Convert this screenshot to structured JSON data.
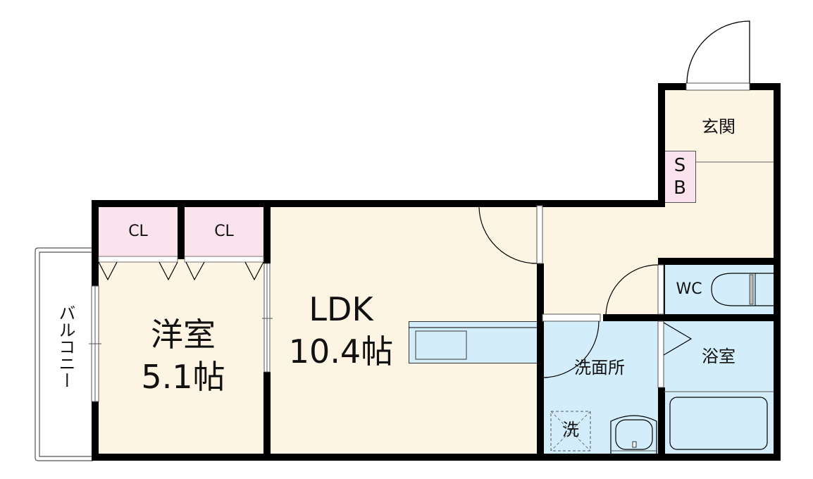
{
  "floorplan": {
    "colors": {
      "floor": "#fdf4e3",
      "wet": "#d3eefa",
      "closet": "#fbe3ee",
      "wall": "#000000",
      "balcony": "#ffffff"
    },
    "rooms": {
      "balcony": {
        "label": "バルコニー"
      },
      "western_room": {
        "label": "洋室",
        "size": "5.1帖"
      },
      "closet_1": {
        "label": "CL"
      },
      "closet_2": {
        "label": "CL"
      },
      "ldk": {
        "label": "LDK",
        "size": "10.4帖"
      },
      "entrance": {
        "label": "玄関"
      },
      "shoe_box": {
        "label_s": "S",
        "label_b": "B"
      },
      "wc": {
        "label": "WC"
      },
      "washroom": {
        "label": "洗面所"
      },
      "washer": {
        "label": "洗"
      },
      "bathroom": {
        "label": "浴室"
      }
    }
  }
}
